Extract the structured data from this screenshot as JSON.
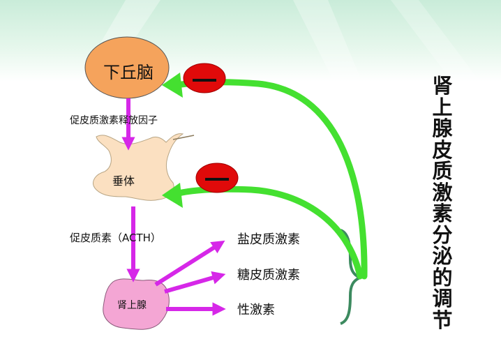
{
  "title": "肾上腺皮质激素分泌的调节",
  "hypothalamus": {
    "label": "下丘脑"
  },
  "pituitary": {
    "label": "垂体"
  },
  "adrenal": {
    "label": "肾上腺"
  },
  "crf_label": "促皮质激素释放因子",
  "acth_label": "促皮质素（ACTH）",
  "hormones": [
    "盐皮质激素",
    "糖皮质激素",
    "性激素"
  ],
  "colors": {
    "hypothalamus_fill": "#f5a35c",
    "pituitary_fill": "#fbe0c1",
    "adrenal_fill": "#f4a6d4",
    "magenta_arrow": "#d627e8",
    "green_arrow": "#44e030",
    "inhibit_fill": "#e00a0a",
    "bracket": "#3c8a5f"
  }
}
